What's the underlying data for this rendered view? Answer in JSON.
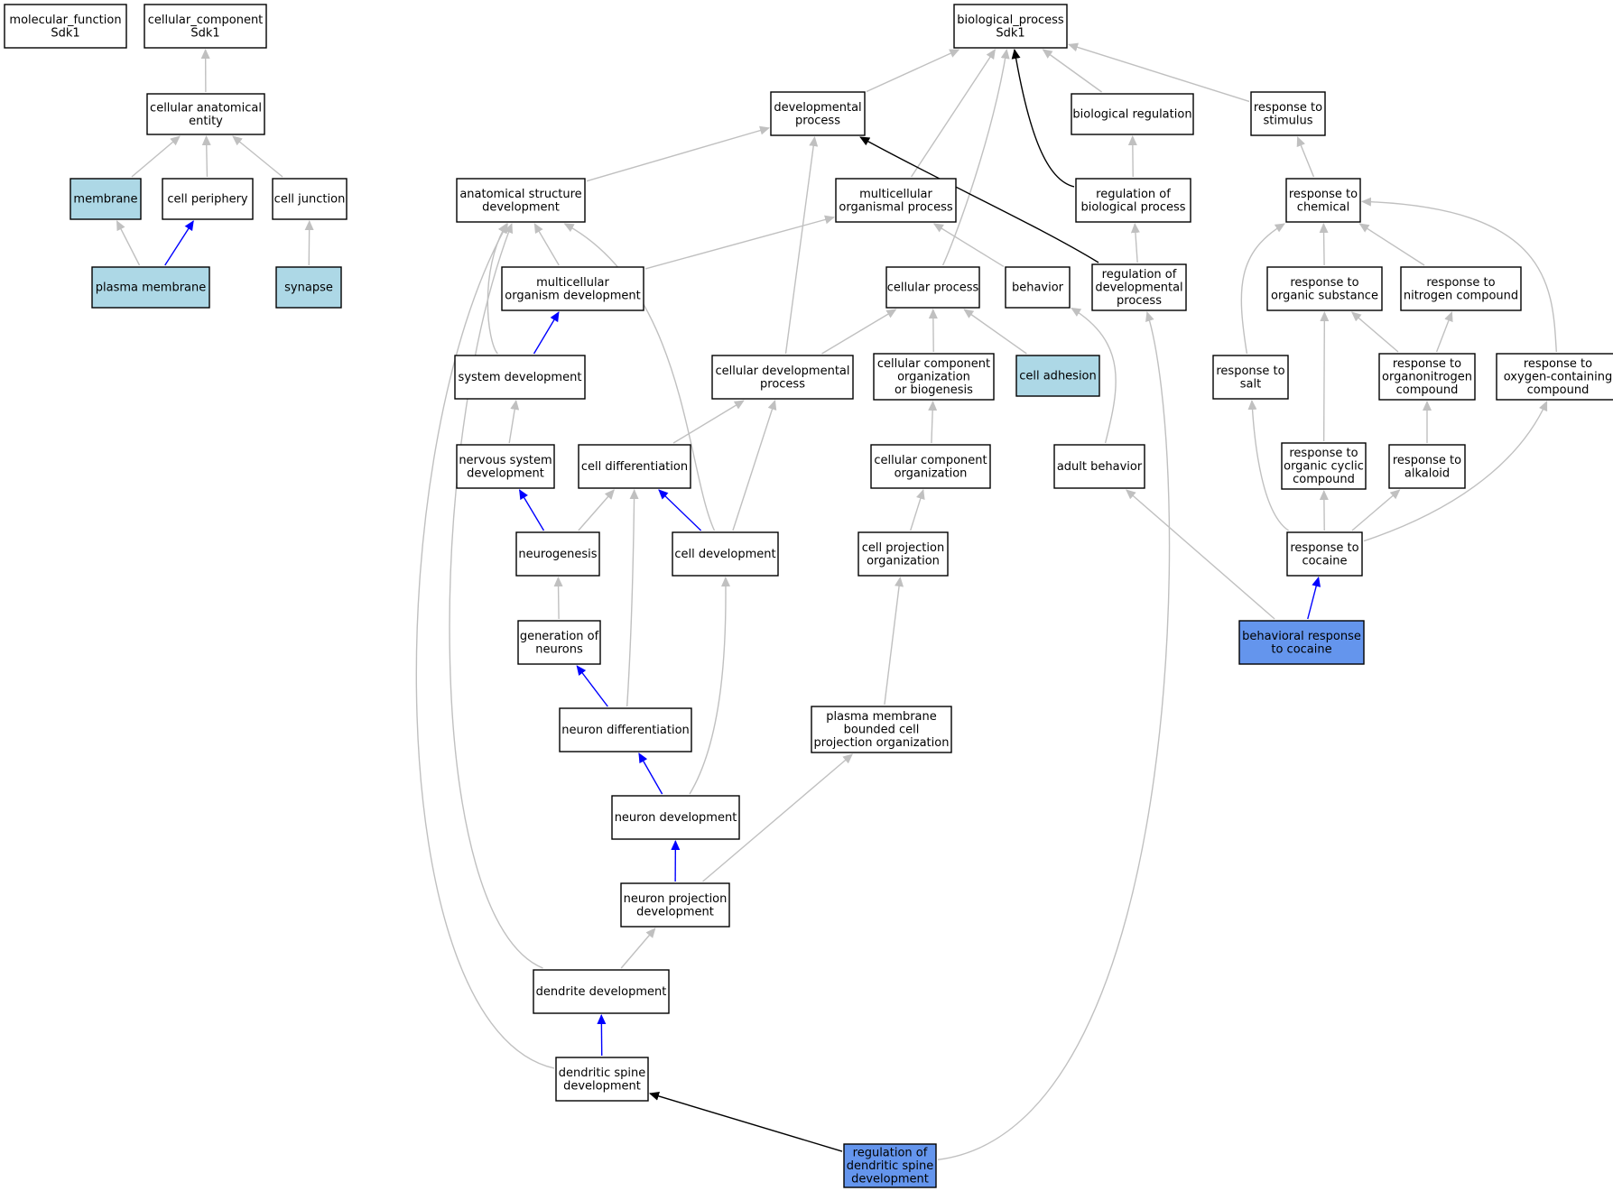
{
  "colors": {
    "default_fill": "#ffffff",
    "component_fill": "#add8e6",
    "annotated_fill": "#6495ed",
    "is_a_edge": "#c0c0c0",
    "part_of_edge": "#0000ff",
    "regulates_edge": "#000000"
  },
  "nodes": [
    {
      "id": "mf",
      "lines": [
        "molecular_function",
        "Sdk1"
      ],
      "style": "default"
    },
    {
      "id": "cc",
      "lines": [
        "cellular_component",
        "Sdk1"
      ],
      "style": "default"
    },
    {
      "id": "bp",
      "lines": [
        "biological_process",
        "Sdk1"
      ],
      "style": "default"
    },
    {
      "id": "cae",
      "lines": [
        "cellular anatomical",
        "entity"
      ],
      "style": "default"
    },
    {
      "id": "membrane",
      "lines": [
        "membrane"
      ],
      "style": "component"
    },
    {
      "id": "cellperiph",
      "lines": [
        "cell periphery"
      ],
      "style": "default"
    },
    {
      "id": "celljunc",
      "lines": [
        "cell junction"
      ],
      "style": "default"
    },
    {
      "id": "plasmamem",
      "lines": [
        "plasma membrane"
      ],
      "style": "component"
    },
    {
      "id": "synapse",
      "lines": [
        "synapse"
      ],
      "style": "component"
    },
    {
      "id": "devproc",
      "lines": [
        "developmental",
        "process"
      ],
      "style": "default"
    },
    {
      "id": "bioreg",
      "lines": [
        "biological regulation"
      ],
      "style": "default"
    },
    {
      "id": "respstim",
      "lines": [
        "response to",
        "stimulus"
      ],
      "style": "default"
    },
    {
      "id": "asd",
      "lines": [
        "anatomical structure",
        "development"
      ],
      "style": "default"
    },
    {
      "id": "mop",
      "lines": [
        "multicellular",
        "organismal process"
      ],
      "style": "default"
    },
    {
      "id": "regbp",
      "lines": [
        "regulation of",
        "biological process"
      ],
      "style": "default"
    },
    {
      "id": "respchem",
      "lines": [
        "response to",
        "chemical"
      ],
      "style": "default"
    },
    {
      "id": "mod",
      "lines": [
        "multicellular",
        "organism development"
      ],
      "style": "default"
    },
    {
      "id": "cellproc",
      "lines": [
        "cellular process"
      ],
      "style": "default"
    },
    {
      "id": "behavior",
      "lines": [
        "behavior"
      ],
      "style": "default"
    },
    {
      "id": "regdev",
      "lines": [
        "regulation of",
        "developmental",
        "process"
      ],
      "style": "default"
    },
    {
      "id": "resporgsub",
      "lines": [
        "response to",
        "organic substance"
      ],
      "style": "default"
    },
    {
      "id": "respnitro",
      "lines": [
        "response to",
        "nitrogen compound"
      ],
      "style": "default"
    },
    {
      "id": "sysdev",
      "lines": [
        "system development"
      ],
      "style": "default"
    },
    {
      "id": "celldevproc",
      "lines": [
        "cellular developmental",
        "process"
      ],
      "style": "default"
    },
    {
      "id": "ccob",
      "lines": [
        "cellular component",
        "organization",
        "or biogenesis"
      ],
      "style": "default"
    },
    {
      "id": "celladh",
      "lines": [
        "cell adhesion"
      ],
      "style": "component"
    },
    {
      "id": "respsalt",
      "lines": [
        "response to",
        "salt"
      ],
      "style": "default"
    },
    {
      "id": "resporganonitro",
      "lines": [
        "response to",
        "organonitrogen",
        "compound"
      ],
      "style": "default"
    },
    {
      "id": "respoxy",
      "lines": [
        "response to",
        "oxygen-containing",
        "compound"
      ],
      "style": "default"
    },
    {
      "id": "nsd",
      "lines": [
        "nervous system",
        "development"
      ],
      "style": "default"
    },
    {
      "id": "celldiff",
      "lines": [
        "cell differentiation"
      ],
      "style": "default"
    },
    {
      "id": "cco",
      "lines": [
        "cellular component",
        "organization"
      ],
      "style": "default"
    },
    {
      "id": "adultbeh",
      "lines": [
        "adult behavior"
      ],
      "style": "default"
    },
    {
      "id": "resporgcyc",
      "lines": [
        "response to",
        "organic cyclic",
        "compound"
      ],
      "style": "default"
    },
    {
      "id": "respalk",
      "lines": [
        "response to",
        "alkaloid"
      ],
      "style": "default"
    },
    {
      "id": "neurogenesis",
      "lines": [
        "neurogenesis"
      ],
      "style": "default"
    },
    {
      "id": "celldev",
      "lines": [
        "cell development"
      ],
      "style": "default"
    },
    {
      "id": "cpo",
      "lines": [
        "cell projection",
        "organization"
      ],
      "style": "default"
    },
    {
      "id": "respcoc",
      "lines": [
        "response to",
        "cocaine"
      ],
      "style": "default"
    },
    {
      "id": "genneur",
      "lines": [
        "generation of",
        "neurons"
      ],
      "style": "default"
    },
    {
      "id": "behrespcoc",
      "lines": [
        "behavioral response",
        "to cocaine"
      ],
      "style": "annotated"
    },
    {
      "id": "neurdiff",
      "lines": [
        "neuron differentiation"
      ],
      "style": "default"
    },
    {
      "id": "pmbcpo",
      "lines": [
        "plasma membrane",
        "bounded cell",
        "projection organization"
      ],
      "style": "default"
    },
    {
      "id": "neurdev",
      "lines": [
        "neuron development"
      ],
      "style": "default"
    },
    {
      "id": "npd",
      "lines": [
        "neuron projection",
        "development"
      ],
      "style": "default"
    },
    {
      "id": "dendev",
      "lines": [
        "dendrite development"
      ],
      "style": "default"
    },
    {
      "id": "dsd",
      "lines": [
        "dendritic spine",
        "development"
      ],
      "style": "default"
    },
    {
      "id": "regdsd",
      "lines": [
        "regulation of",
        "dendritic spine",
        "development"
      ],
      "style": "annotated"
    }
  ],
  "edges": [
    {
      "from": "cae",
      "to": "cc",
      "type": "is_a"
    },
    {
      "from": "membrane",
      "to": "cae",
      "type": "is_a"
    },
    {
      "from": "cellperiph",
      "to": "cae",
      "type": "is_a"
    },
    {
      "from": "celljunc",
      "to": "cae",
      "type": "is_a"
    },
    {
      "from": "plasmamem",
      "to": "membrane",
      "type": "is_a"
    },
    {
      "from": "plasmamem",
      "to": "cellperiph",
      "type": "part_of"
    },
    {
      "from": "synapse",
      "to": "celljunc",
      "type": "is_a"
    },
    {
      "from": "devproc",
      "to": "bp",
      "type": "is_a"
    },
    {
      "from": "bioreg",
      "to": "bp",
      "type": "is_a"
    },
    {
      "from": "respstim",
      "to": "bp",
      "type": "is_a"
    },
    {
      "from": "mop",
      "to": "bp",
      "type": "is_a"
    },
    {
      "from": "cellproc",
      "to": "bp",
      "type": "is_a"
    },
    {
      "from": "regbp",
      "to": "bp",
      "type": "regulates"
    },
    {
      "from": "regbp",
      "to": "bioreg",
      "type": "is_a"
    },
    {
      "from": "respchem",
      "to": "respstim",
      "type": "is_a"
    },
    {
      "from": "asd",
      "to": "devproc",
      "type": "is_a"
    },
    {
      "from": "celldevproc",
      "to": "devproc",
      "type": "is_a"
    },
    {
      "from": "regdev",
      "to": "devproc",
      "type": "regulates"
    },
    {
      "from": "regdev",
      "to": "regbp",
      "type": "is_a"
    },
    {
      "from": "mod",
      "to": "asd",
      "type": "is_a"
    },
    {
      "from": "mod",
      "to": "mop",
      "type": "is_a"
    },
    {
      "from": "behavior",
      "to": "mop",
      "type": "is_a"
    },
    {
      "from": "sysdev",
      "to": "asd",
      "type": "is_a"
    },
    {
      "from": "sysdev",
      "to": "mod",
      "type": "part_of"
    },
    {
      "from": "resporgsub",
      "to": "respchem",
      "type": "is_a"
    },
    {
      "from": "respnitro",
      "to": "respchem",
      "type": "is_a"
    },
    {
      "from": "respsalt",
      "to": "respchem",
      "type": "is_a"
    },
    {
      "from": "respoxy",
      "to": "respchem",
      "type": "is_a"
    },
    {
      "from": "celldevproc",
      "to": "cellproc",
      "type": "is_a"
    },
    {
      "from": "ccob",
      "to": "cellproc",
      "type": "is_a"
    },
    {
      "from": "celladh",
      "to": "cellproc",
      "type": "is_a"
    },
    {
      "from": "resporganonitro",
      "to": "resporgsub",
      "type": "is_a"
    },
    {
      "from": "resporganonitro",
      "to": "respnitro",
      "type": "is_a"
    },
    {
      "from": "resporgcyc",
      "to": "resporgsub",
      "type": "is_a"
    },
    {
      "from": "nsd",
      "to": "sysdev",
      "type": "is_a"
    },
    {
      "from": "celldiff",
      "to": "celldevproc",
      "type": "is_a"
    },
    {
      "from": "celldev",
      "to": "celldevproc",
      "type": "is_a"
    },
    {
      "from": "celldev",
      "to": "asd",
      "type": "is_a"
    },
    {
      "from": "cco",
      "to": "ccob",
      "type": "is_a"
    },
    {
      "from": "adultbeh",
      "to": "behavior",
      "type": "is_a"
    },
    {
      "from": "respalk",
      "to": "resporganonitro",
      "type": "is_a"
    },
    {
      "from": "neurogenesis",
      "to": "nsd",
      "type": "part_of"
    },
    {
      "from": "neurogenesis",
      "to": "celldiff",
      "type": "is_a"
    },
    {
      "from": "celldev",
      "to": "celldiff",
      "type": "part_of"
    },
    {
      "from": "cpo",
      "to": "cco",
      "type": "is_a"
    },
    {
      "from": "respcoc",
      "to": "respsalt",
      "type": "is_a"
    },
    {
      "from": "respcoc",
      "to": "resporgcyc",
      "type": "is_a"
    },
    {
      "from": "respcoc",
      "to": "respalk",
      "type": "is_a"
    },
    {
      "from": "respcoc",
      "to": "respoxy",
      "type": "is_a"
    },
    {
      "from": "genneur",
      "to": "neurogenesis",
      "type": "is_a"
    },
    {
      "from": "behrespcoc",
      "to": "respcoc",
      "type": "part_of"
    },
    {
      "from": "behrespcoc",
      "to": "adultbeh",
      "type": "is_a"
    },
    {
      "from": "neurdiff",
      "to": "genneur",
      "type": "part_of"
    },
    {
      "from": "neurdiff",
      "to": "celldiff",
      "type": "is_a"
    },
    {
      "from": "pmbcpo",
      "to": "cpo",
      "type": "is_a"
    },
    {
      "from": "neurdev",
      "to": "neurdiff",
      "type": "part_of"
    },
    {
      "from": "neurdev",
      "to": "celldev",
      "type": "is_a"
    },
    {
      "from": "npd",
      "to": "neurdev",
      "type": "part_of"
    },
    {
      "from": "npd",
      "to": "pmbcpo",
      "type": "is_a"
    },
    {
      "from": "dendev",
      "to": "npd",
      "type": "is_a"
    },
    {
      "from": "dendev",
      "to": "asd",
      "type": "is_a"
    },
    {
      "from": "dsd",
      "to": "dendev",
      "type": "part_of"
    },
    {
      "from": "dsd",
      "to": "asd",
      "type": "is_a"
    },
    {
      "from": "regdsd",
      "to": "dsd",
      "type": "regulates"
    },
    {
      "from": "regdsd",
      "to": "regdev",
      "type": "is_a"
    }
  ]
}
